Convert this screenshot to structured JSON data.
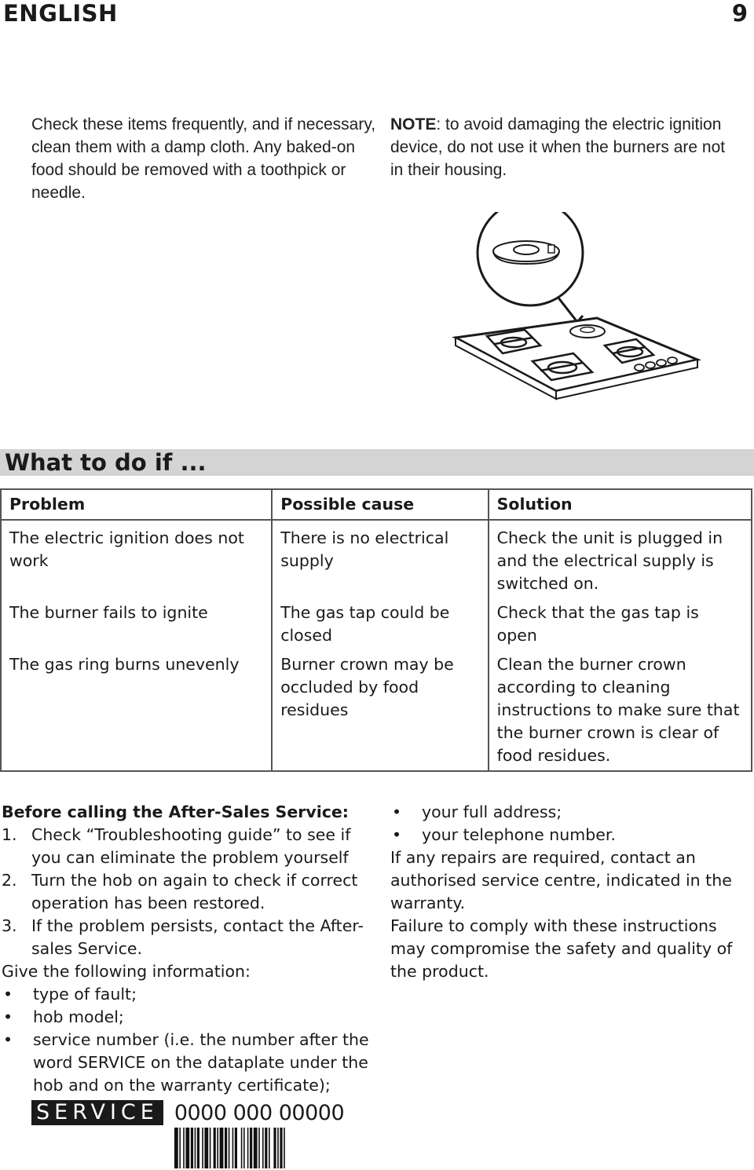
{
  "header": {
    "language": "ENGLISH",
    "page_number": "9"
  },
  "intro": {
    "left_text": "Check these items frequently, and if necessary, clean them with a damp cloth. Any baked-on food should be removed with a toothpick or needle.",
    "note_label": "NOTE",
    "note_text": ": to avoid damaging the electric ignition device, do not use it when the burners are not in their housing."
  },
  "section_title": "What to do if ...",
  "table": {
    "headers": [
      "Problem",
      "Possible cause",
      "Solution"
    ],
    "rows": [
      [
        "The electric ignition does not work",
        "There is no electrical supply",
        "Check the unit is plugged in and the electrical supply is switched on."
      ],
      [
        "The burner fails to ignite",
        "The gas tap could be closed",
        "Check that the gas tap is open"
      ],
      [
        "The gas ring burns unevenly",
        "Burner crown may be occluded by food residues",
        "Clean the burner crown according to cleaning instructions to make sure that the burner crown is clear of food residues."
      ]
    ]
  },
  "after_sales": {
    "heading": "Before calling the After-Sales Service:",
    "steps": [
      {
        "n": "1.",
        "text": "Check “Troubleshooting guide” to see if you can eliminate the problem yourself"
      },
      {
        "n": "2.",
        "text": "Turn the hob on again to check if correct operation has been restored."
      },
      {
        "n": "3.",
        "text": "If the problem persists, contact the After-sales Service."
      }
    ],
    "give_info": "Give the following information:",
    "info_items": [
      "type of fault;",
      "hob model;",
      "service number (i.e. the number after the word SERVICE on the dataplate under the hob and on the warranty certificate);"
    ],
    "info_items_cont": [
      "your full address;",
      "your telephone number."
    ],
    "repairs_text": "If any repairs are required, contact an authorised service centre, indicated in the warranty.",
    "failure_text": "Failure to comply with these instructions may compromise the safety and quality of the product.",
    "service_label": "SERVICE",
    "service_number": "0000 000 00000"
  },
  "bullet_char": "•"
}
